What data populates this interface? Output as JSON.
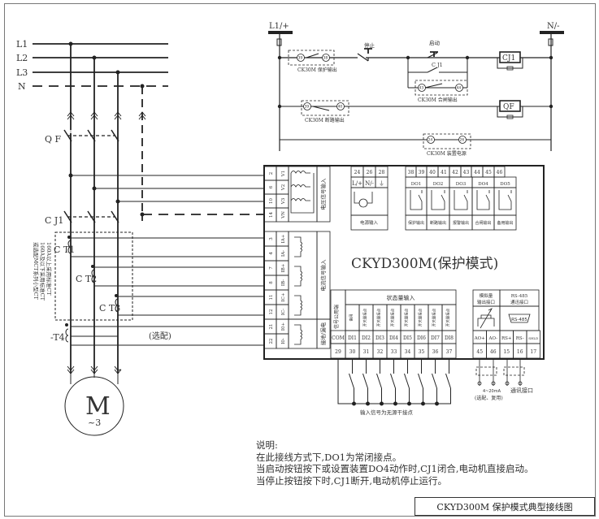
{
  "bus_labels": {
    "L1": "L1",
    "L2": "L2",
    "L3": "L3",
    "N": "N"
  },
  "main_labels": {
    "QF": "Q F",
    "CJ1": "C J1",
    "CT1": "C T1",
    "CT2": "C T2",
    "CT3": "C T3",
    "T4": "-T4",
    "optional": "(选配)"
  },
  "ct_note": [
    "160A以上采用标准CT",
    "160A及以下采用标准CT",
    "或选配MCT系列小型CT"
  ],
  "motor": {
    "symbol": "M",
    "phase": "~3"
  },
  "control": {
    "L_plus": "L1/+",
    "N_minus": "N/-",
    "stop": "停止",
    "start": "启动",
    "cj1_aux": "C J1",
    "coil_cj1": "CJ1",
    "coil_qf": "QF",
    "protect_out": {
      "label": "CK30M 保护输出",
      "t1": "39",
      "t2": "38"
    },
    "close_out": {
      "label": "CK30M 合闸输出",
      "t1": "43",
      "t2": "44"
    },
    "trip_out": {
      "label": "CK30M 断路输出",
      "t1": "39",
      "t2": "40"
    },
    "power": {
      "label": "CK30M 装置电源",
      "t1": "24",
      "t2": "26"
    }
  },
  "device": {
    "title": "CKYD300M(保护模式)",
    "voltage_group": {
      "label": "电压信号输入",
      "terms": [
        [
          "2",
          "V1"
        ],
        [
          "6",
          "V2"
        ],
        [
          "10",
          "V3"
        ],
        [
          "14",
          "VN"
        ]
      ]
    },
    "current_group": {
      "label": "电流信号输入",
      "terms": [
        [
          "3",
          "IA+"
        ],
        [
          "4",
          "IA-"
        ],
        [
          "7",
          "IB+"
        ],
        [
          "8",
          "IB-"
        ],
        [
          "11",
          "IC+"
        ],
        [
          "12",
          "IC-"
        ]
      ]
    },
    "leak_group": {
      "label": "接地/漏电",
      "terms": [
        [
          "21",
          "I0+"
        ],
        [
          "22",
          "I0-"
        ]
      ]
    },
    "power_in": {
      "nums": [
        "24",
        "26",
        "28"
      ],
      "names": [
        "L/+",
        "N/-",
        "⏚"
      ],
      "label": "电源输入"
    },
    "do": {
      "nums": [
        "38",
        "39",
        "40",
        "41",
        "42",
        "43",
        "44",
        "45",
        "46"
      ],
      "names": [
        "DO1",
        "DO2",
        "DO3",
        "DO4",
        "DO5"
      ],
      "labels": [
        "保护输出",
        "断路输出",
        "报警输出",
        "合闸输出",
        "备用输出"
      ]
    },
    "di": {
      "header": "状态量输入",
      "common": "信号公用端",
      "first": "备用",
      "sub": "开关量接点",
      "names": [
        "COM",
        "DI1",
        "DI2",
        "DI3",
        "DI4",
        "DI5",
        "DI6",
        "DI7",
        "DI8"
      ],
      "nums": [
        "29",
        "30",
        "31",
        "32",
        "33",
        "34",
        "35",
        "36",
        "37"
      ]
    },
    "ao": {
      "header": "模拟量输出接口",
      "names": [
        "AO+",
        "AO-"
      ],
      "nums": [
        "45",
        "46"
      ]
    },
    "rs": {
      "header": "RS-485通迅接口",
      "plug": "RS-485",
      "names": [
        "RS+",
        "RS-",
        "SHLD"
      ],
      "nums": [
        "15",
        "16",
        "17"
      ]
    }
  },
  "bottom": {
    "di_note": "输入信号为无源干接点",
    "ao_note": "4~20mA",
    "ao_note2": "(选配、复用)",
    "rs_note": "通讯接口"
  },
  "notes": [
    "说明:",
    "在此接线方式下,DO1为常闭接点。",
    "当启动按钮按下或设置装置DO4动作时,CJ1闭合,电动机直接启动。",
    "当停止按钮按下时,CJ1断开,电动机停止运行。"
  ],
  "drawing_title": "CKYD300M 保护模式典型接线图"
}
